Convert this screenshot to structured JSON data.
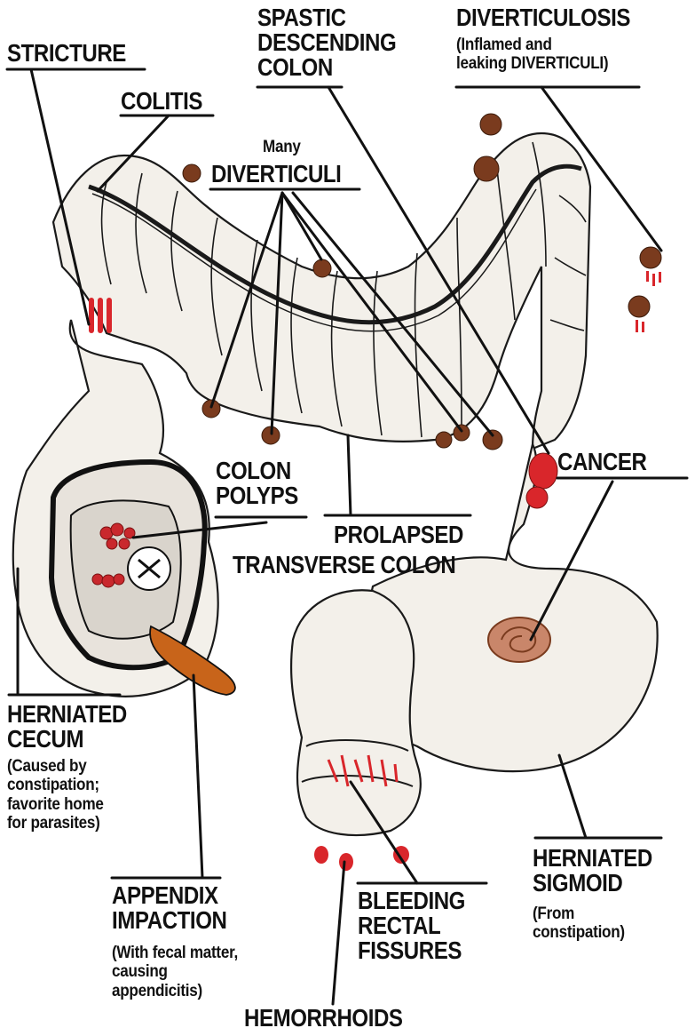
{
  "labels": {
    "stricture": {
      "title": "STRICTURE"
    },
    "colitis": {
      "title": "COLITIS"
    },
    "spastic": {
      "line1": "SPASTIC",
      "line2": "DESCENDING",
      "line3": "COLON"
    },
    "diverticulosis": {
      "title": "DIVERTICULOSIS",
      "note1": "(Inflamed and",
      "note2": "leaking DIVERTICULI)"
    },
    "diverticuli": {
      "prefix": "Many",
      "title": "DIVERTICULI"
    },
    "colon_polyps": {
      "line1": "COLON",
      "line2": "POLYPS"
    },
    "cancer": {
      "title": "CANCER"
    },
    "prolapsed": {
      "line1": "PROLAPSED",
      "line2": "TRANSVERSE COLON"
    },
    "herniated_cecum": {
      "line1": "HERNIATED",
      "line2": "CECUM",
      "note1": "(Caused by",
      "note2": "constipation;",
      "note3": "favorite home",
      "note4": "for parasites)"
    },
    "appendix": {
      "line1": "APPENDIX",
      "line2": "IMPACTION",
      "note1": "(With fecal matter,",
      "note2": "causing",
      "note3": "appendicitis)"
    },
    "bleeding": {
      "line1": "BLEEDING",
      "line2": "RECTAL",
      "line3": "FISSURES"
    },
    "herniated_sigmoid": {
      "line1": "HERNIATED",
      "line2": "SIGMOID",
      "note1": "(From",
      "note2": "constipation)"
    },
    "hemorrhoids": {
      "title": "HEMORRHOIDS"
    }
  },
  "colors": {
    "colon_fill": "#f3f0ea",
    "outline": "#1a1a1a",
    "diverticuli": "#7a3b1e",
    "blood": "#d9262b",
    "appendix": "#c8641a",
    "cancer": "#c9866a"
  }
}
